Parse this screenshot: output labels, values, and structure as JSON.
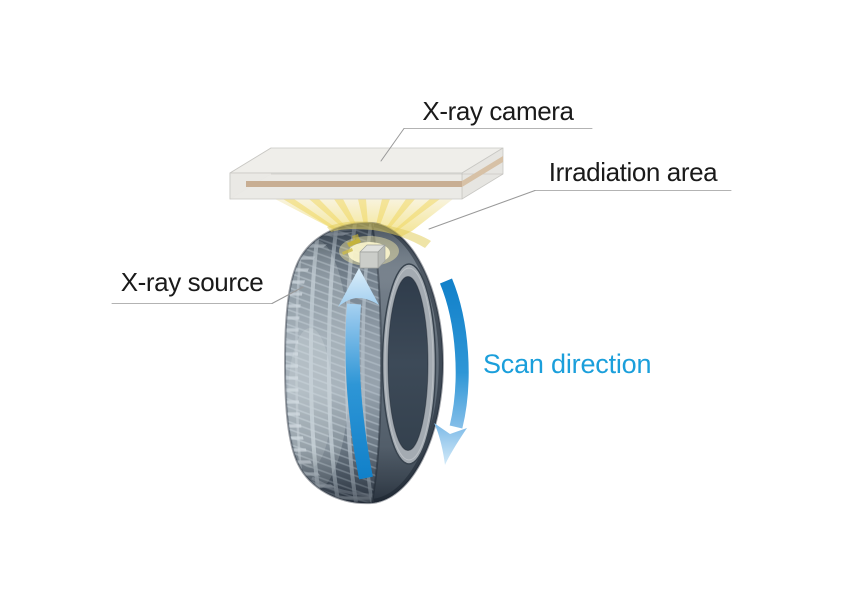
{
  "diagram": {
    "labels": {
      "camera": "X-ray camera",
      "irradiation": "Irradiation area",
      "source": "X-ray source",
      "scan": "Scan direction"
    },
    "colors": {
      "label_text": "#1a1a1a",
      "scan_text": "#1b9fdb",
      "arrow_blue": "#1180c9",
      "arrow_blue_light": "#d5ebf9",
      "beam_yellow": "#efd96e",
      "panel_body": "#eae9e5",
      "panel_stripe": "#c8ae93",
      "tire_dark": "#46525f",
      "tire_groove": "#96a2ad",
      "hub_dark": "#2f3c4b",
      "leader_line": "#999999"
    }
  }
}
